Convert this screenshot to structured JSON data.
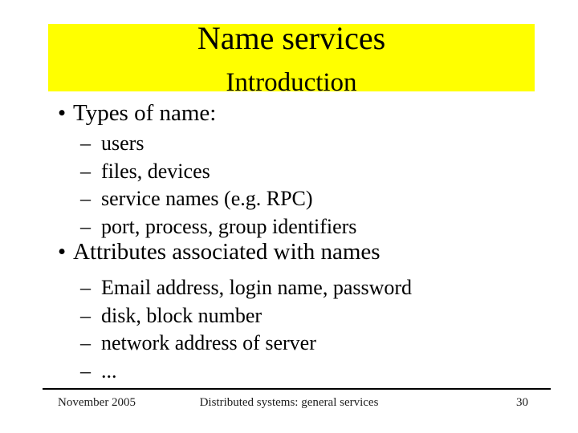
{
  "slide": {
    "title": "Name services",
    "subtitle": "Introduction"
  },
  "colors": {
    "title_band_bg": "#ffff00",
    "body_text": "#000000",
    "footer_text": "#1c1c1c"
  },
  "glyphs": {
    "level1_bullet": "•",
    "level2_dash": "–"
  },
  "content": {
    "sections": [
      {
        "heading": "Types of name:",
        "items": [
          "users",
          "files, devices",
          "service names (e.g. RPC)",
          "port, process, group identifiers"
        ]
      },
      {
        "heading": "Attributes associated with names",
        "items": [
          "Email address, login name, password",
          "disk, block number",
          "network address of server",
          "..."
        ]
      }
    ]
  },
  "footer": {
    "date": "November 2005",
    "title": "Distributed systems: general services",
    "page_number": "30"
  }
}
